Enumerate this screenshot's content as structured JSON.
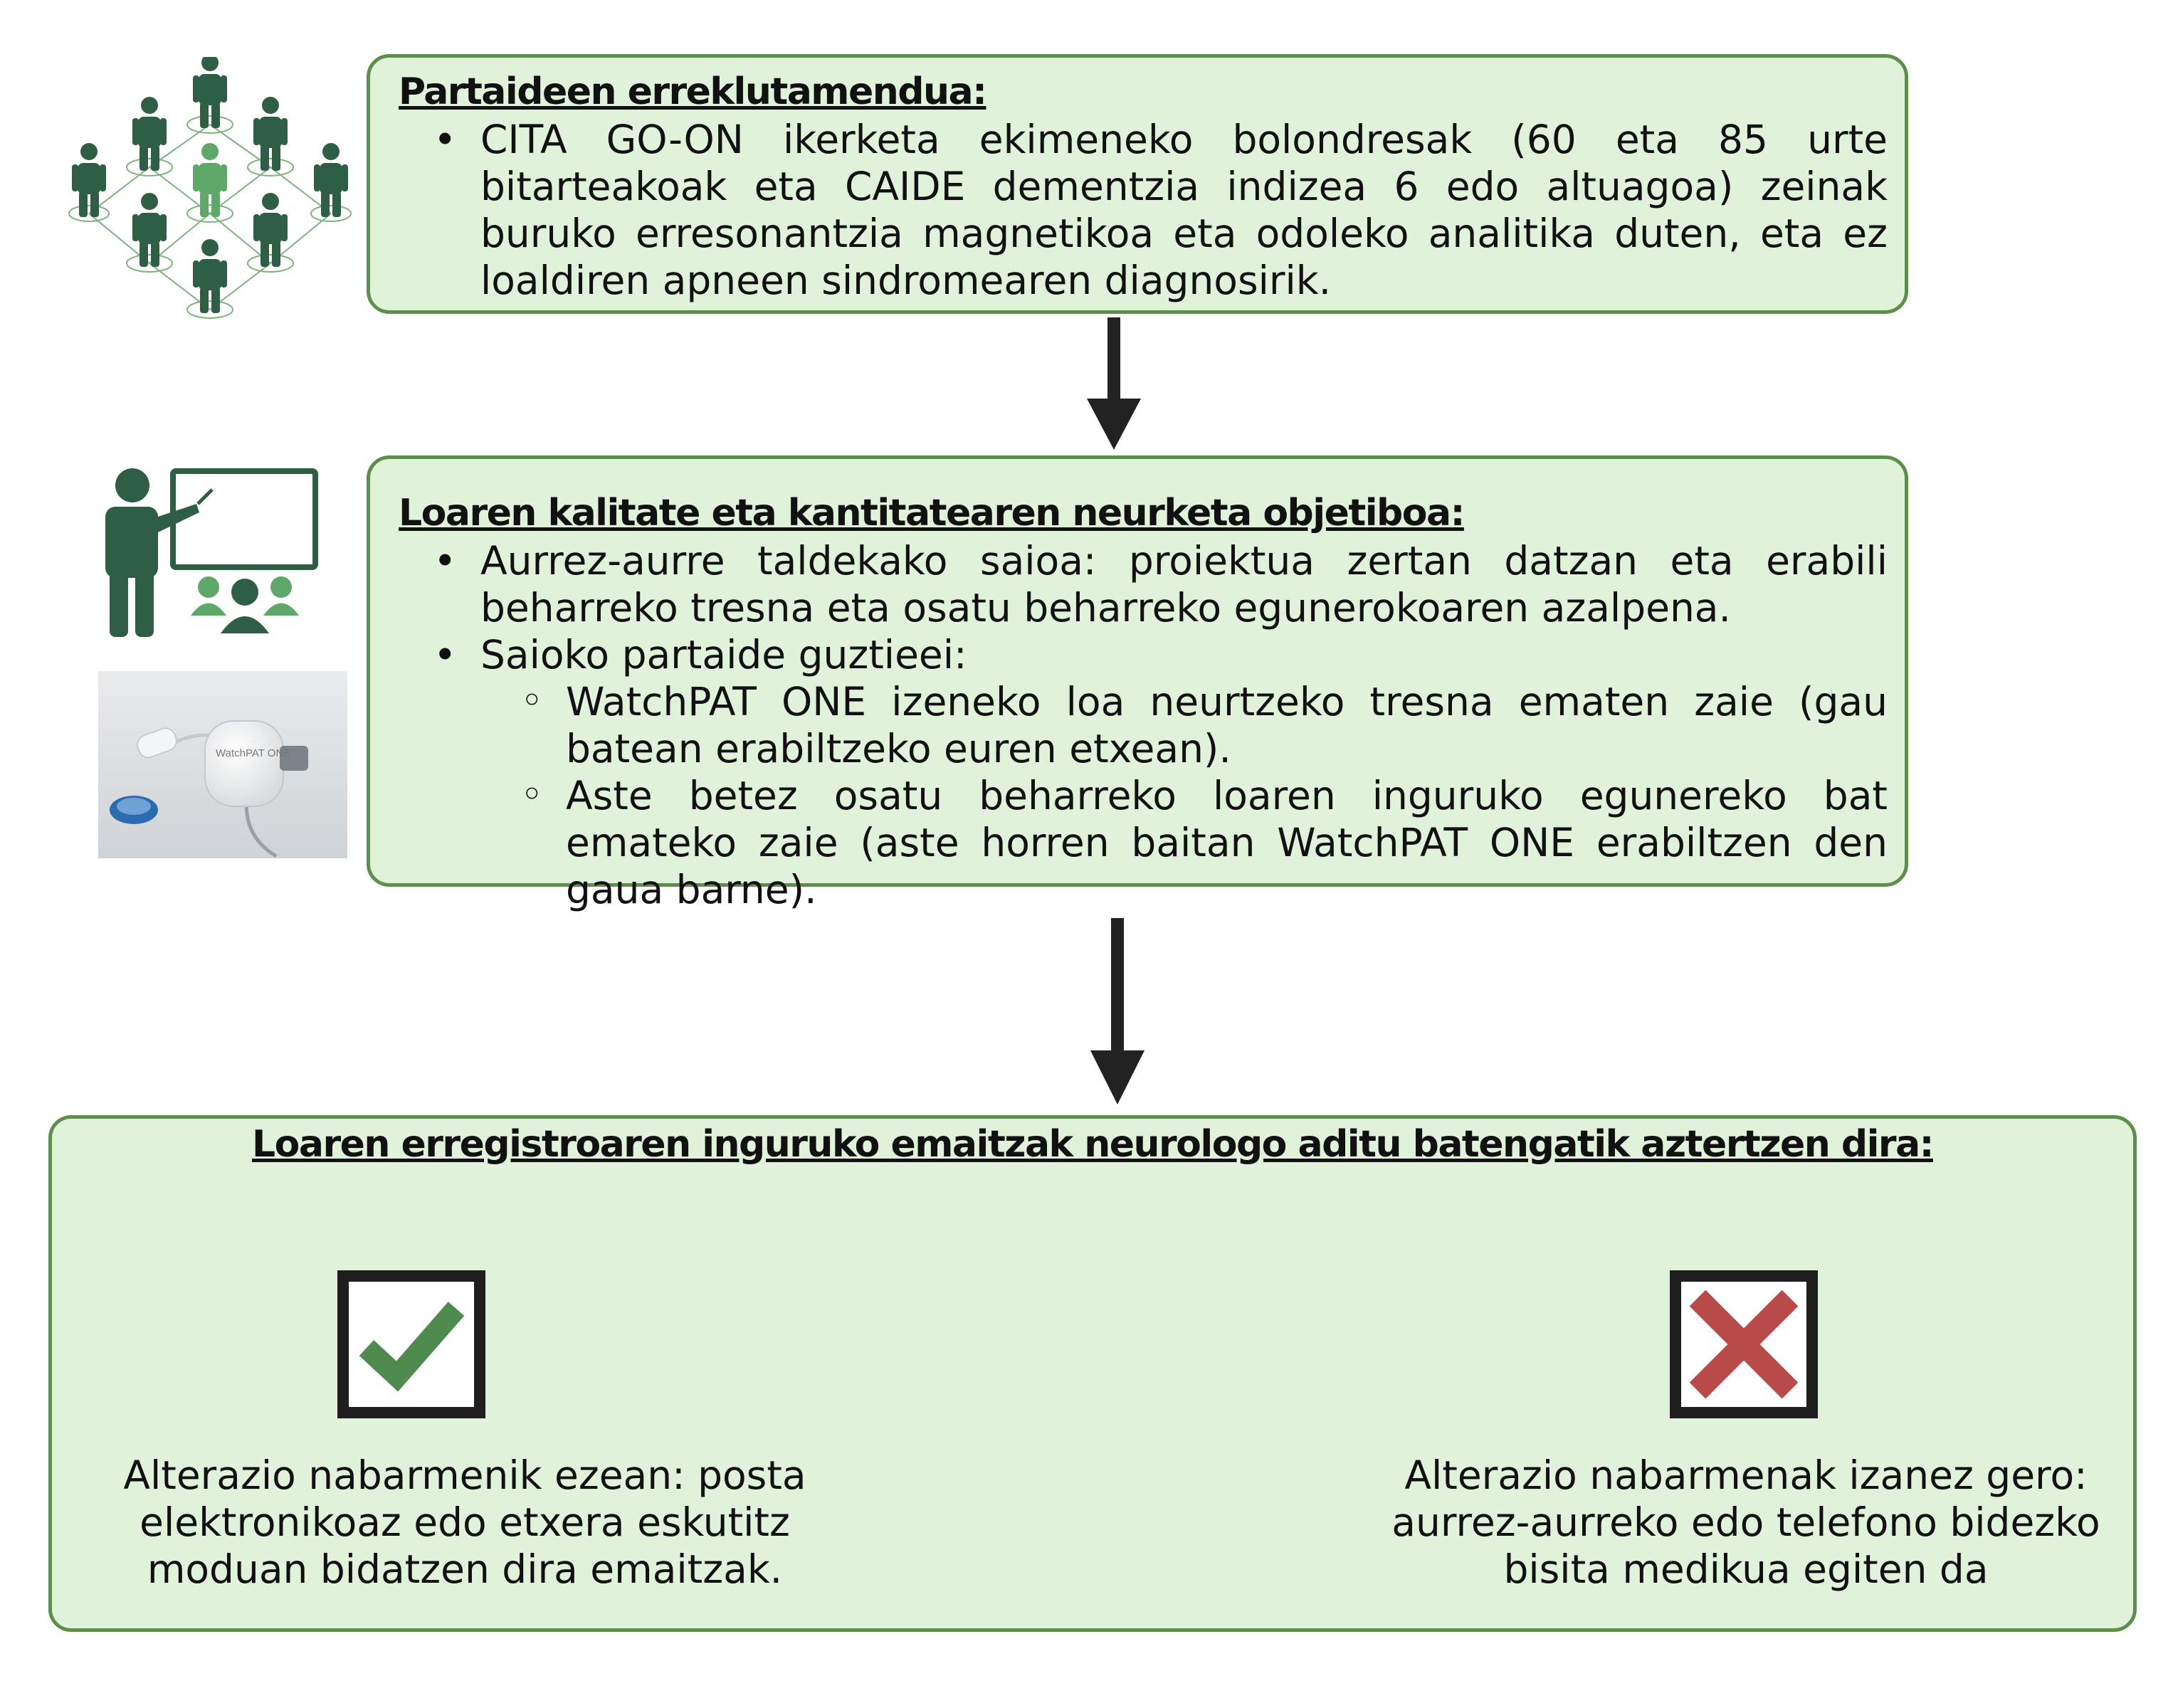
{
  "step1": {
    "title": "Partaideen erreklutamendua:",
    "bullets": [
      "CITA GO-ON ikerketa ekimeneko bolondresak (60 eta 85 urte bitarteakoak eta CAIDE dementzia indizea 6 edo altuagoa) zeinak buruko erresonantzia magnetikoa eta odoleko analitika duten, eta ez loaldiren apneen sindromearen diagnosirik."
    ]
  },
  "step2": {
    "title": " Loaren kalitate eta kantitatearen neurketa objetiboa:",
    "bullets": [
      "Aurrez-aurre taldekako saioa: proiektua zertan datzan eta erabili beharreko tresna eta osatu beharreko egunerokoaren azalpena.",
      "Saioko partaide guztieei:"
    ],
    "subbullets": [
      "WatchPAT ONE izeneko loa neurtzeko tresna ematen zaie (gau batean erabiltzeko euren etxean).",
      "Aste betez osatu beharreko loaren inguruko egunereko bat emateko zaie (aste horren baitan WatchPAT ONE erabiltzen den gaua barne)."
    ],
    "device_text": "WatchPAT ONE"
  },
  "step3": {
    "title": "Loaren erregistroaren inguruko emaitzak neurologo aditu batengatik aztertzen dira:",
    "positive": {
      "icon": "check-icon",
      "color": "#4f8a4f",
      "text": "Alterazio nabarmenik ezean: posta elektronikoaz edo etxera eskutitz moduan bidatzen dira emaitzak."
    },
    "negative": {
      "icon": "cross-icon",
      "color": "#b84a4a",
      "text": "Alterazio nabarmenak izanez gero: aurrez-aurreko edo telefono bidezko bisita medikua egiten da"
    }
  },
  "colors": {
    "box_fill": "#e0f2da",
    "box_border": "#5b8f4a",
    "icon_dark": "#2f5e47",
    "icon_light": "#5ea86a",
    "arrow": "#222222"
  }
}
